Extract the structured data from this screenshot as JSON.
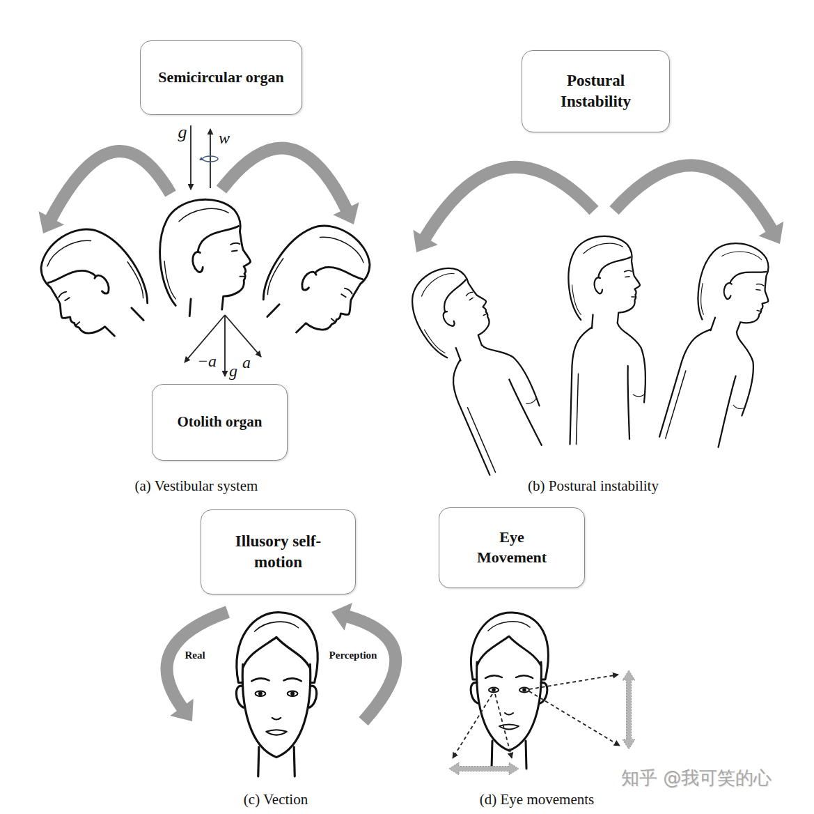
{
  "diagram": {
    "nodes": [
      {
        "text": [
          "Semicircular organ"
        ]
      },
      {
        "text": [
          "Postural Instability"
        ]
      },
      {
        "text": [
          "Otolith organ"
        ]
      },
      {
        "text": [
          "Illusory self-motion"
        ]
      },
      {
        "text": [
          "Eye Movement"
        ]
      }
    ],
    "labels": [
      "g",
      "w",
      "−a",
      "g",
      "a",
      "(a) Vestibular system",
      "(b) Postural instability",
      "Real",
      "Perception",
      "(c) Vection",
      "(d) Eye movements",
      "知乎 @我可笑的心"
    ]
  }
}
